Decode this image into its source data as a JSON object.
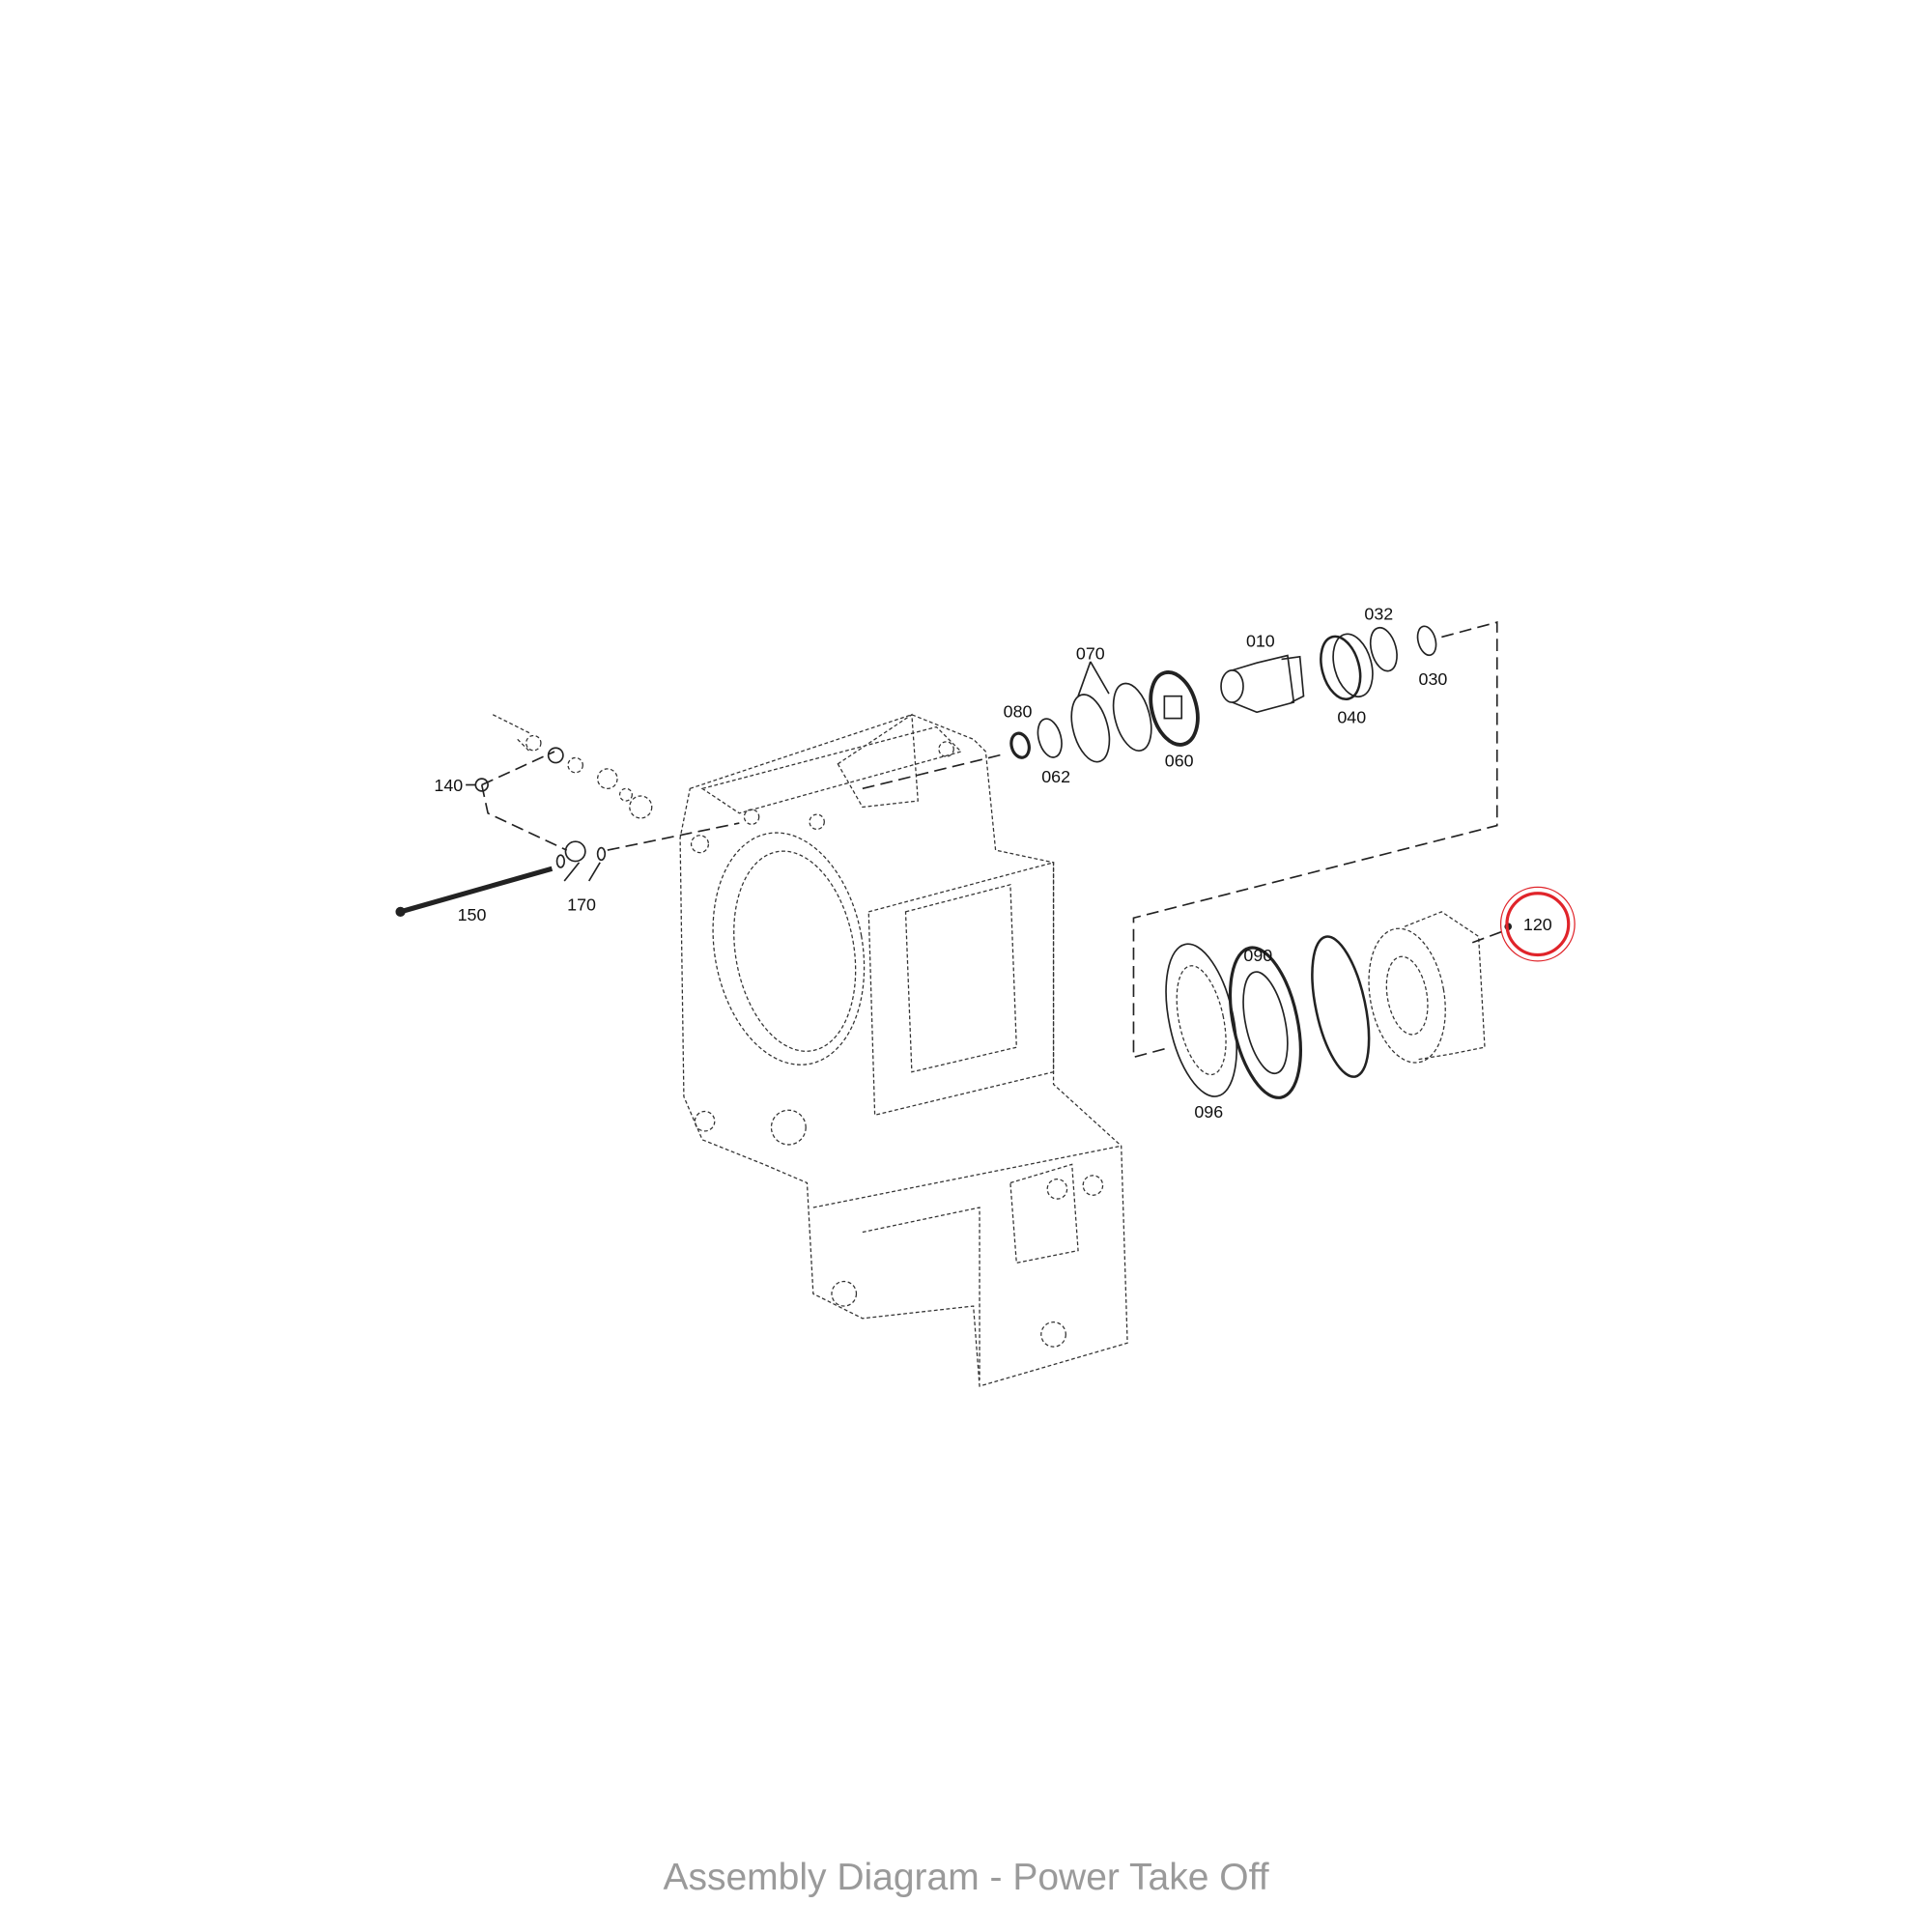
{
  "caption": "Assembly Diagram - Power Take Off",
  "highlight_color": "#e0242a",
  "callouts": {
    "p010": "010",
    "p030": "030",
    "p032": "032",
    "p040": "040",
    "p060": "060",
    "p062": "062",
    "p070": "070",
    "p080": "080",
    "p090": "090",
    "p096": "096",
    "p120": "120",
    "p140": "140",
    "p150": "150",
    "p170": "170"
  },
  "highlighted_part": "120"
}
